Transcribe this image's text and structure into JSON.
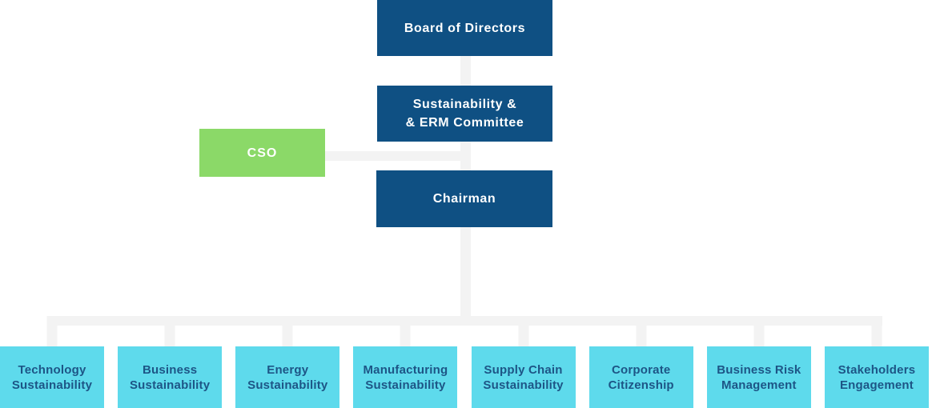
{
  "palette": {
    "dark_blue": "#0F5083",
    "green": "#8BD968",
    "cyan": "#5EDAEC",
    "cyan_text": "#1D5586",
    "connector": "#F3F3F3"
  },
  "org_chart": {
    "type": "org-chart",
    "nodes": {
      "board": {
        "label": "Board of Directors"
      },
      "committee": {
        "line1": "Sustainability &",
        "line2": "& ERM Committee"
      },
      "cso": {
        "label": "CSO"
      },
      "chairman": {
        "label": "Chairman"
      },
      "departments": [
        {
          "line1": "Technology",
          "line2": "Sustainability"
        },
        {
          "line1": "Business",
          "line2": "Sustainability"
        },
        {
          "line1": "Energy",
          "line2": "Sustainability"
        },
        {
          "line1": "Manufacturing",
          "line2": "Sustainability"
        },
        {
          "line1": "Supply Chain",
          "line2": "Sustainability"
        },
        {
          "line1": "Corporate",
          "line2": "Citizenship"
        },
        {
          "line1": "Business Risk",
          "line2": "Management"
        },
        {
          "line1": "Stakeholders",
          "line2": "Engagement"
        }
      ]
    },
    "edges": [
      {
        "from": "Board of Directors",
        "to": "Sustainability & & ERM Committee"
      },
      {
        "from": "Sustainability & & ERM Committee",
        "to": "Chairman"
      },
      {
        "from": "CSO",
        "to": "Sustainability & & ERM Committee / Chairman line"
      },
      {
        "from": "Chairman",
        "to": "Technology Sustainability"
      },
      {
        "from": "Chairman",
        "to": "Business Sustainability"
      },
      {
        "from": "Chairman",
        "to": "Energy Sustainability"
      },
      {
        "from": "Chairman",
        "to": "Manufacturing Sustainability"
      },
      {
        "from": "Chairman",
        "to": "Supply Chain Sustainability"
      },
      {
        "from": "Chairman",
        "to": "Corporate Citizenship"
      },
      {
        "from": "Chairman",
        "to": "Business Risk Management"
      },
      {
        "from": "Chairman",
        "to": "Stakeholders Engagement"
      }
    ]
  }
}
